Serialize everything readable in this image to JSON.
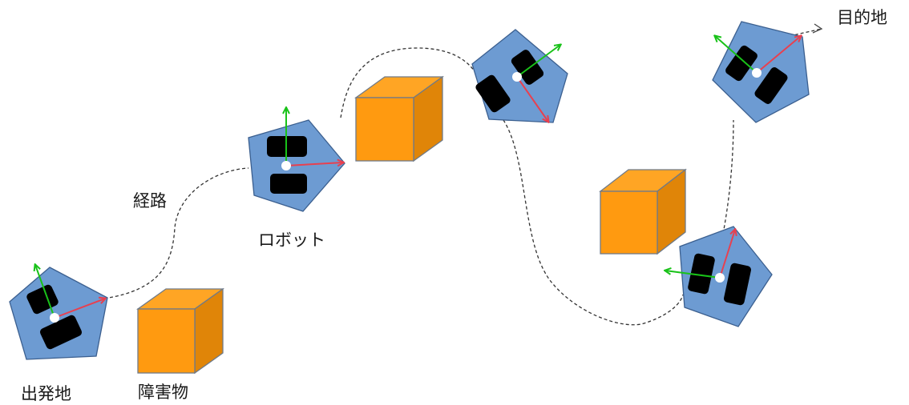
{
  "labels": {
    "start": "出発地",
    "obstacle": "障害物",
    "path": "経路",
    "robot": "ロボット",
    "goal": "目的地"
  },
  "colors": {
    "robot_fill": "#6d9bd2",
    "robot_stroke": "#3b5f8f",
    "wheel_fill": "#000000",
    "center_dot": "#ffffff",
    "axis_forward": "#e8404f",
    "axis_lateral": "#19c219",
    "obstacle_front": "#ff9a10",
    "obstacle_top": "#ffa524",
    "obstacle_side": "#e08508",
    "obstacle_stroke": "#6f7a88",
    "path_stroke": "#333333"
  }
}
